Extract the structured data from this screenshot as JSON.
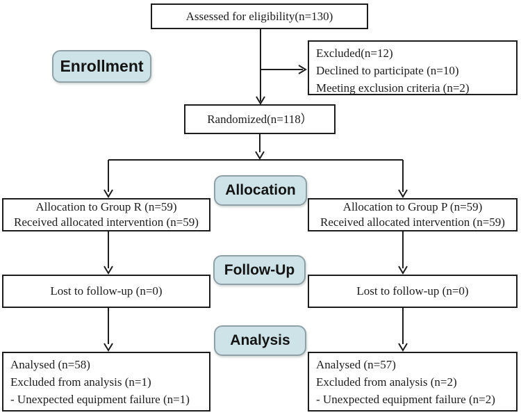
{
  "boxes": {
    "assessed": {
      "lines": [
        "Assessed for eligibility(n=130)"
      ]
    },
    "excluded": {
      "lines": [
        "Excluded(n=12)",
        "Declined to participate (n=10)",
        "Meeting exclusion criteria (n=2)"
      ]
    },
    "randomized": {
      "lines": [
        "Randomized(n=118）"
      ]
    },
    "alloc_left": {
      "lines": [
        "Allocation to Group R (n=59)",
        "Received allocated intervention (n=59)"
      ]
    },
    "alloc_right": {
      "lines": [
        "Allocation to Group P (n=59)",
        "Received allocated intervention (n=59)"
      ]
    },
    "followup_left": {
      "lines": [
        "Lost to follow-up (n=0)"
      ]
    },
    "followup_right": {
      "lines": [
        "Lost to follow-up (n=0)"
      ]
    },
    "analysis_left": {
      "lines": [
        "Analysed (n=58)",
        "Excluded from analysis (n=1)",
        "- Unexpected equipment failure (n=1)"
      ]
    },
    "analysis_right": {
      "lines": [
        "Analysed (n=57)",
        "Excluded from analysis (n=2)",
        "- Unexpected equipment failure (n=2)"
      ]
    }
  },
  "stage_labels": {
    "enrollment": "Enrollment",
    "allocation": "Allocation",
    "followup": "Follow-Up",
    "analysis": "Analysis"
  },
  "colors": {
    "stage_fill": "#cde3e8",
    "stage_border": "#8fa1a6",
    "box_border": "#1c1c1c",
    "background": "#ffffff"
  }
}
